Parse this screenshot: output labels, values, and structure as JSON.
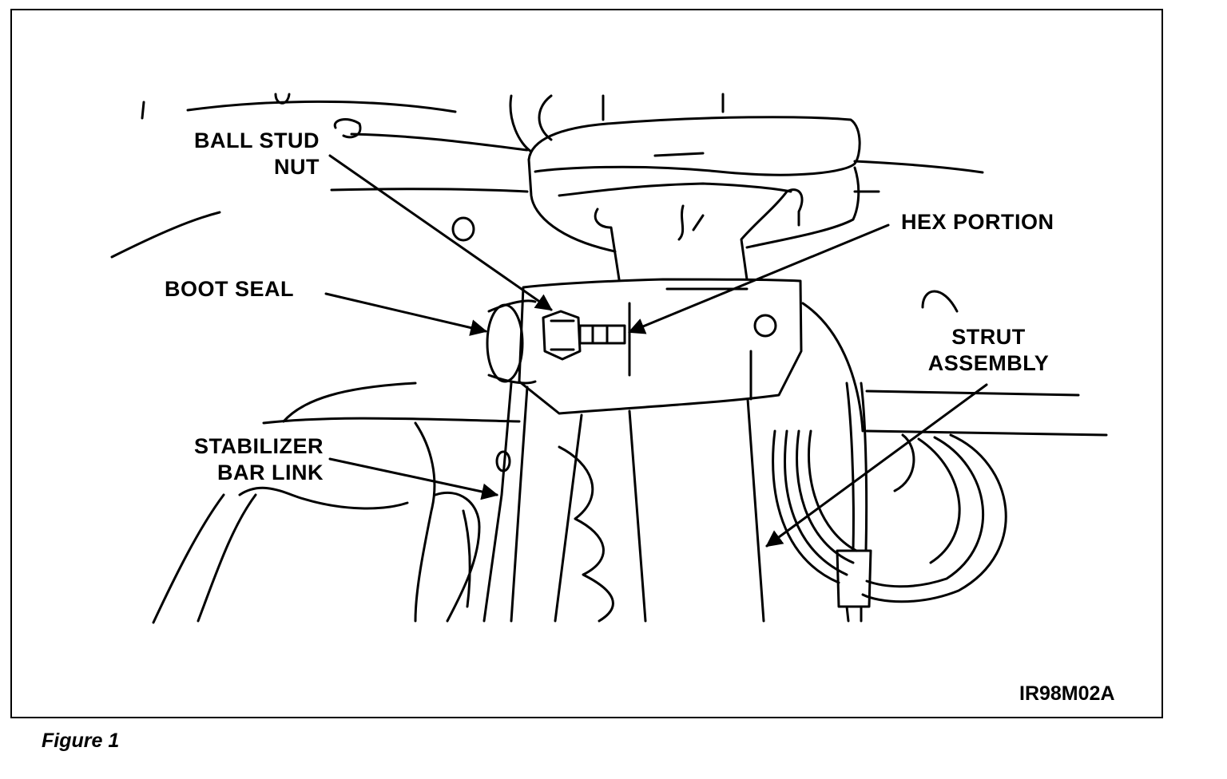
{
  "labels": {
    "ball_stud_nut_1": "BALL STUD",
    "ball_stud_nut_2": "NUT",
    "boot_seal": "BOOT SEAL",
    "hex_portion": "HEX PORTION",
    "strut_assembly_1": "STRUT",
    "strut_assembly_2": "ASSEMBLY",
    "stabilizer_bar_link_1": "STABILIZER",
    "stabilizer_bar_link_2": "BAR LINK"
  },
  "figure_id": "IR98M02A",
  "caption": "Figure 1",
  "colors": {
    "ink": "#000000",
    "paper": "#ffffff"
  }
}
